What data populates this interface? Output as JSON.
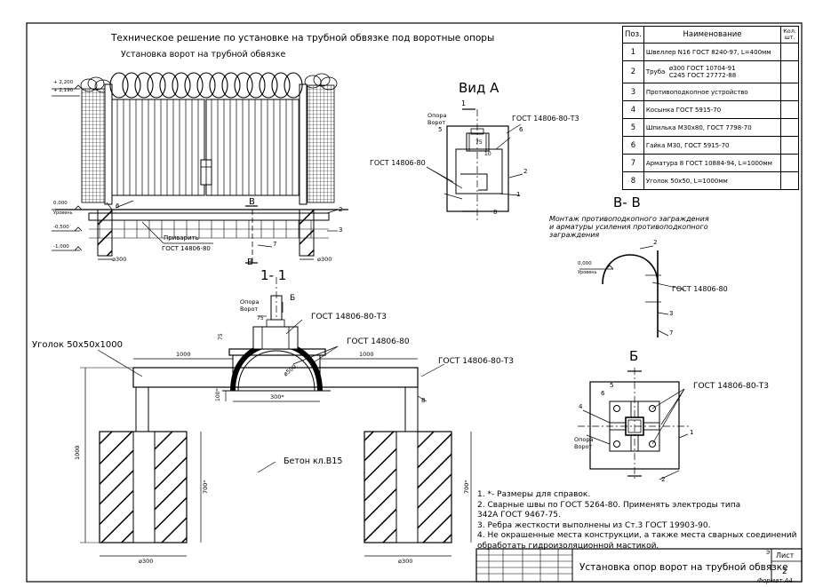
{
  "title": "Техническое решение по установке на трубной обвязке под воротные опоры",
  "gate_view": {
    "title": "Установка ворот на трубной обвязке",
    "levels": [
      "+ 2,200",
      "+ 2,190",
      "0,000",
      "Уровень",
      "-0,500",
      "-1,000"
    ],
    "callouts": [
      "6",
      "2",
      "3",
      "7"
    ],
    "weld_label": "Приварить",
    "gost": "ГОСТ 14806-80",
    "section_mark": "В",
    "diameter_left": "ø300",
    "diameter_right": "ø300"
  },
  "view_a": {
    "title": "Вид А",
    "support_label": [
      "Опора",
      "Ворот"
    ],
    "gost_t3": "ГОСТ 14806-80-Т3",
    "gost": "ГОСТ 14806-80",
    "dims": [
      "75",
      "10"
    ],
    "callouts": [
      "1",
      "5",
      "6",
      "2",
      "1",
      "8"
    ]
  },
  "view_bb": {
    "title": "В- В",
    "caption_line1": "Монтаж противоподкопного заграждения",
    "caption_line2": "и арматуры усиления противоподкопного",
    "caption_line3": "заграждения",
    "level": "0,000",
    "level_sub": "Уровень",
    "gost": "ГОСТ 14806-80",
    "callouts": [
      "2",
      "3",
      "7"
    ]
  },
  "section_11": {
    "title": "1- 1",
    "mark": "Б",
    "support_label": [
      "Опора",
      "Ворот"
    ],
    "gost_t3": "ГОСТ 14806-80-Т3",
    "gost": "ГОСТ 14806-80",
    "gost_t3_right": "ГОСТ 14806-80-Т3",
    "angle_label": "Уголок 50х50х1000",
    "concrete_label": "Бетон кл.В15",
    "dim_1000_left": "1000",
    "dim_1000_right": "1000",
    "dim_1000_vertical": "1000",
    "dim_300": "300*",
    "dim_100": "100*",
    "dim_700_left": "700*",
    "dim_700_right": "700*",
    "dim_75": "75",
    "dim_75b": "75",
    "dim_phi500": "ø500",
    "dim_phi300_left": "ø300",
    "dim_phi300_right": "ø300",
    "callout_8": "8"
  },
  "view_b": {
    "title": "Б",
    "gost_t3": "ГОСТ 14806-80-Т3",
    "support_label": [
      "Опора",
      "Ворот"
    ],
    "callouts": [
      "6",
      "5",
      "4",
      "1",
      "2"
    ]
  },
  "spec_table": {
    "headers": [
      "Поз.",
      "Наименование",
      "Кол. шт."
    ],
    "rows": [
      {
        "pos": "1",
        "name": "Швеллер N16  ГОСТ 8240-97,  L=400мм"
      },
      {
        "pos": "2",
        "name": "Труба",
        "name2": "ø300  ГОСТ 10704-91",
        "name3": "С245  ГОСТ 27772-88"
      },
      {
        "pos": "3",
        "name": "Противоподкопное  устройство"
      },
      {
        "pos": "4",
        "name": "Косынка  ГОСТ 5915-70"
      },
      {
        "pos": "5",
        "name": "Шпилька  М30х80,  ГОСТ 7798-70"
      },
      {
        "pos": "6",
        "name": "Гайка  М30,  ГОСТ 5915-70"
      },
      {
        "pos": "7",
        "name": "Арматура  8  ГОСТ 10884-94,  L=1000мм"
      },
      {
        "pos": "8",
        "name": "Уголок  50х50,  L=1000мм"
      }
    ]
  },
  "notes": [
    "1.  *- Размеры для справок.",
    "2.  Сварные швы по ГОСТ 5264-80.  Применять электроды типа",
    "     342А  ГОСТ 9467-75.",
    "3.  Ребра жесткости  выполнены из Ст.3  ГОСТ 19903-90.",
    "4.  Не окрашенные места конструкции, а также места сварных соединений",
    "     обработать гидроизоляционной мастикой."
  ],
  "title_block": {
    "drawing_title": "Установка опор ворот на трубной обвязке",
    "sheet_label": "Лист",
    "sheet_number": "2",
    "small_mark": "Э",
    "format_label": "Формат  А4"
  }
}
